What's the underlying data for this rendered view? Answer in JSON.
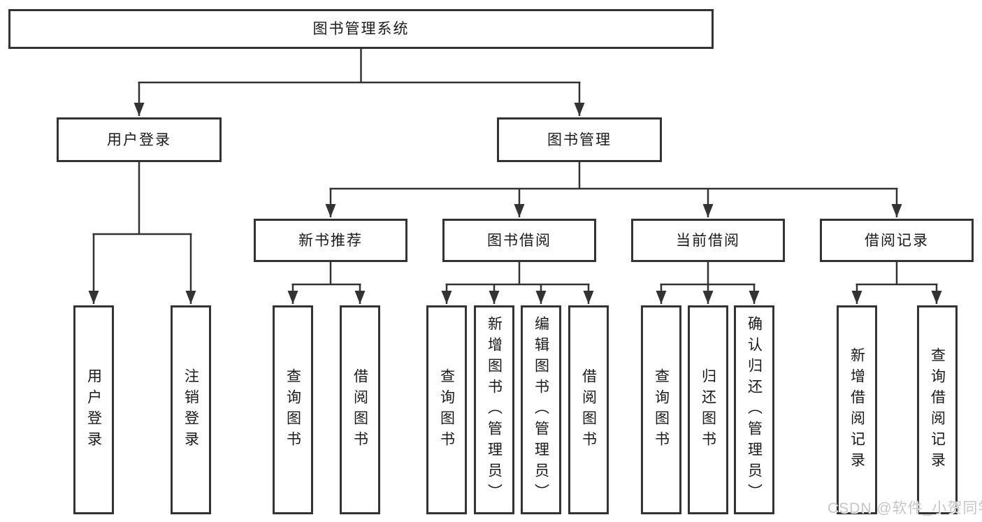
{
  "diagram": {
    "tree": {
      "label": "图书管理系统",
      "children": [
        {
          "label": "用户登录",
          "children": [
            {
              "label": "用户登录"
            },
            {
              "label": "注销登录"
            }
          ]
        },
        {
          "label": "图书管理",
          "children": [
            {
              "label": "新书推荐",
              "children": [
                {
                  "label": "查询图书"
                },
                {
                  "label": "借阅图书"
                }
              ]
            },
            {
              "label": "图书借阅",
              "children": [
                {
                  "label": "查询图书"
                },
                {
                  "label": "新增图书（管理员）"
                },
                {
                  "label": "编辑图书（管理员）"
                },
                {
                  "label": "借阅图书"
                }
              ]
            },
            {
              "label": "当前借阅",
              "children": [
                {
                  "label": "查询图书"
                },
                {
                  "label": "归还图书"
                },
                {
                  "label": "确认归还（管理员）"
                }
              ]
            },
            {
              "label": "借阅记录",
              "children": [
                {
                  "label": "新增借阅记录"
                },
                {
                  "label": "查询借阅记录"
                }
              ]
            }
          ]
        }
      ]
    },
    "colors": {
      "line": "#333333",
      "box_border": "#333333",
      "text": "#1a1a1a",
      "background": "#ffffff",
      "watermark": "#c6c6c6"
    }
  },
  "watermark": {
    "text": "CSDN @软件_小贺同学"
  }
}
